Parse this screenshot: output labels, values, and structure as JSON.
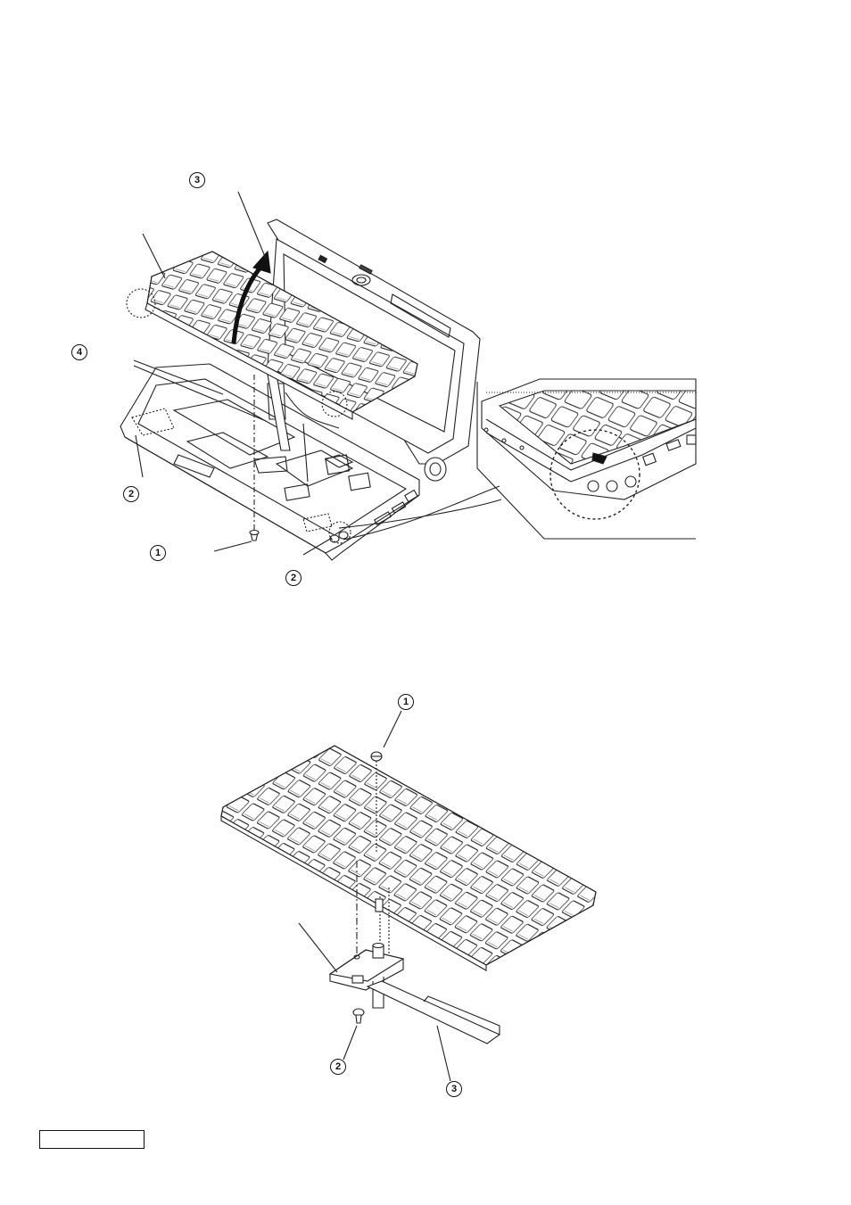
{
  "diagram": {
    "top_figure": {
      "callouts": {
        "c1": "1",
        "c2a": "2",
        "c2b": "2",
        "c3": "3",
        "c4": "4"
      }
    },
    "bottom_figure": {
      "callouts": {
        "c1": "1",
        "c2": "2",
        "c3": "3"
      }
    },
    "footer_box": {
      "text": ""
    }
  }
}
